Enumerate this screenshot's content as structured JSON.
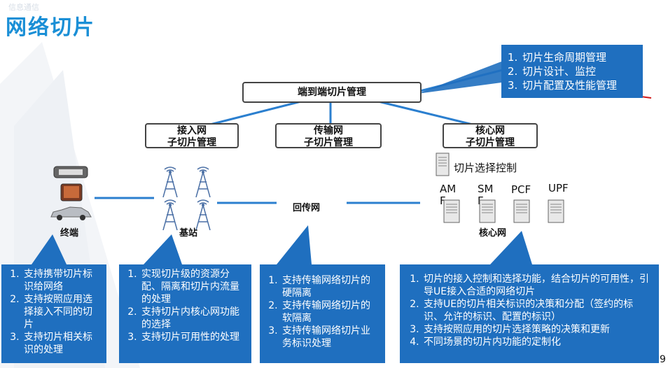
{
  "title": "网络切片",
  "watermark": "信息通信",
  "mgmt_box": "端到端切片管理",
  "top_list": [
    "切片生命周期管理",
    "切片设计、监控",
    "切片配置及性能管理"
  ],
  "access": {
    "line1": "接入网",
    "line2": "子切片管理"
  },
  "transport": {
    "line1": "传输网",
    "line2": "子切片管理"
  },
  "core": {
    "line1": "核心网",
    "line2": "子切片管理"
  },
  "slice_select": "切片选择控制",
  "nf": [
    "AM F",
    "SM F",
    "PCF",
    "UPF"
  ],
  "labels": {
    "terminal": "终端",
    "base_station": "基站",
    "backhaul": "回传网",
    "core_net": "核心网"
  },
  "page_number": "9",
  "box1": [
    "支持携带切片标识给网络",
    "支持按照应用选择接入不同的切片",
    "支持切片相关标识的处理"
  ],
  "box2": [
    "实现切片级的资源分配、隔离和切片内流量的处理",
    "支持切片内核心网功能的选择",
    "支持切片可用性的处理"
  ],
  "box3": [
    "支持传输网络切片的硬隔离",
    "支持传输网络切片的软隔离",
    "支持传输网络切片业务标识处理"
  ],
  "box4": [
    "切片的接入控制和选择功能，结合切片的可用性，引导UE接入合适的网络切片",
    "支持UE的切片相关标识的决策和分配（签约的标识、允许的标识、配置的标识）",
    "支持按照应用的切片选择策略的决策和更新",
    "不同场景的切片内功能的定制化"
  ],
  "colors": {
    "title": "#1a8fd6",
    "box_blue": "#1f6fbf",
    "connector": "#2b7fcf",
    "annotation": "#d11a1a"
  }
}
